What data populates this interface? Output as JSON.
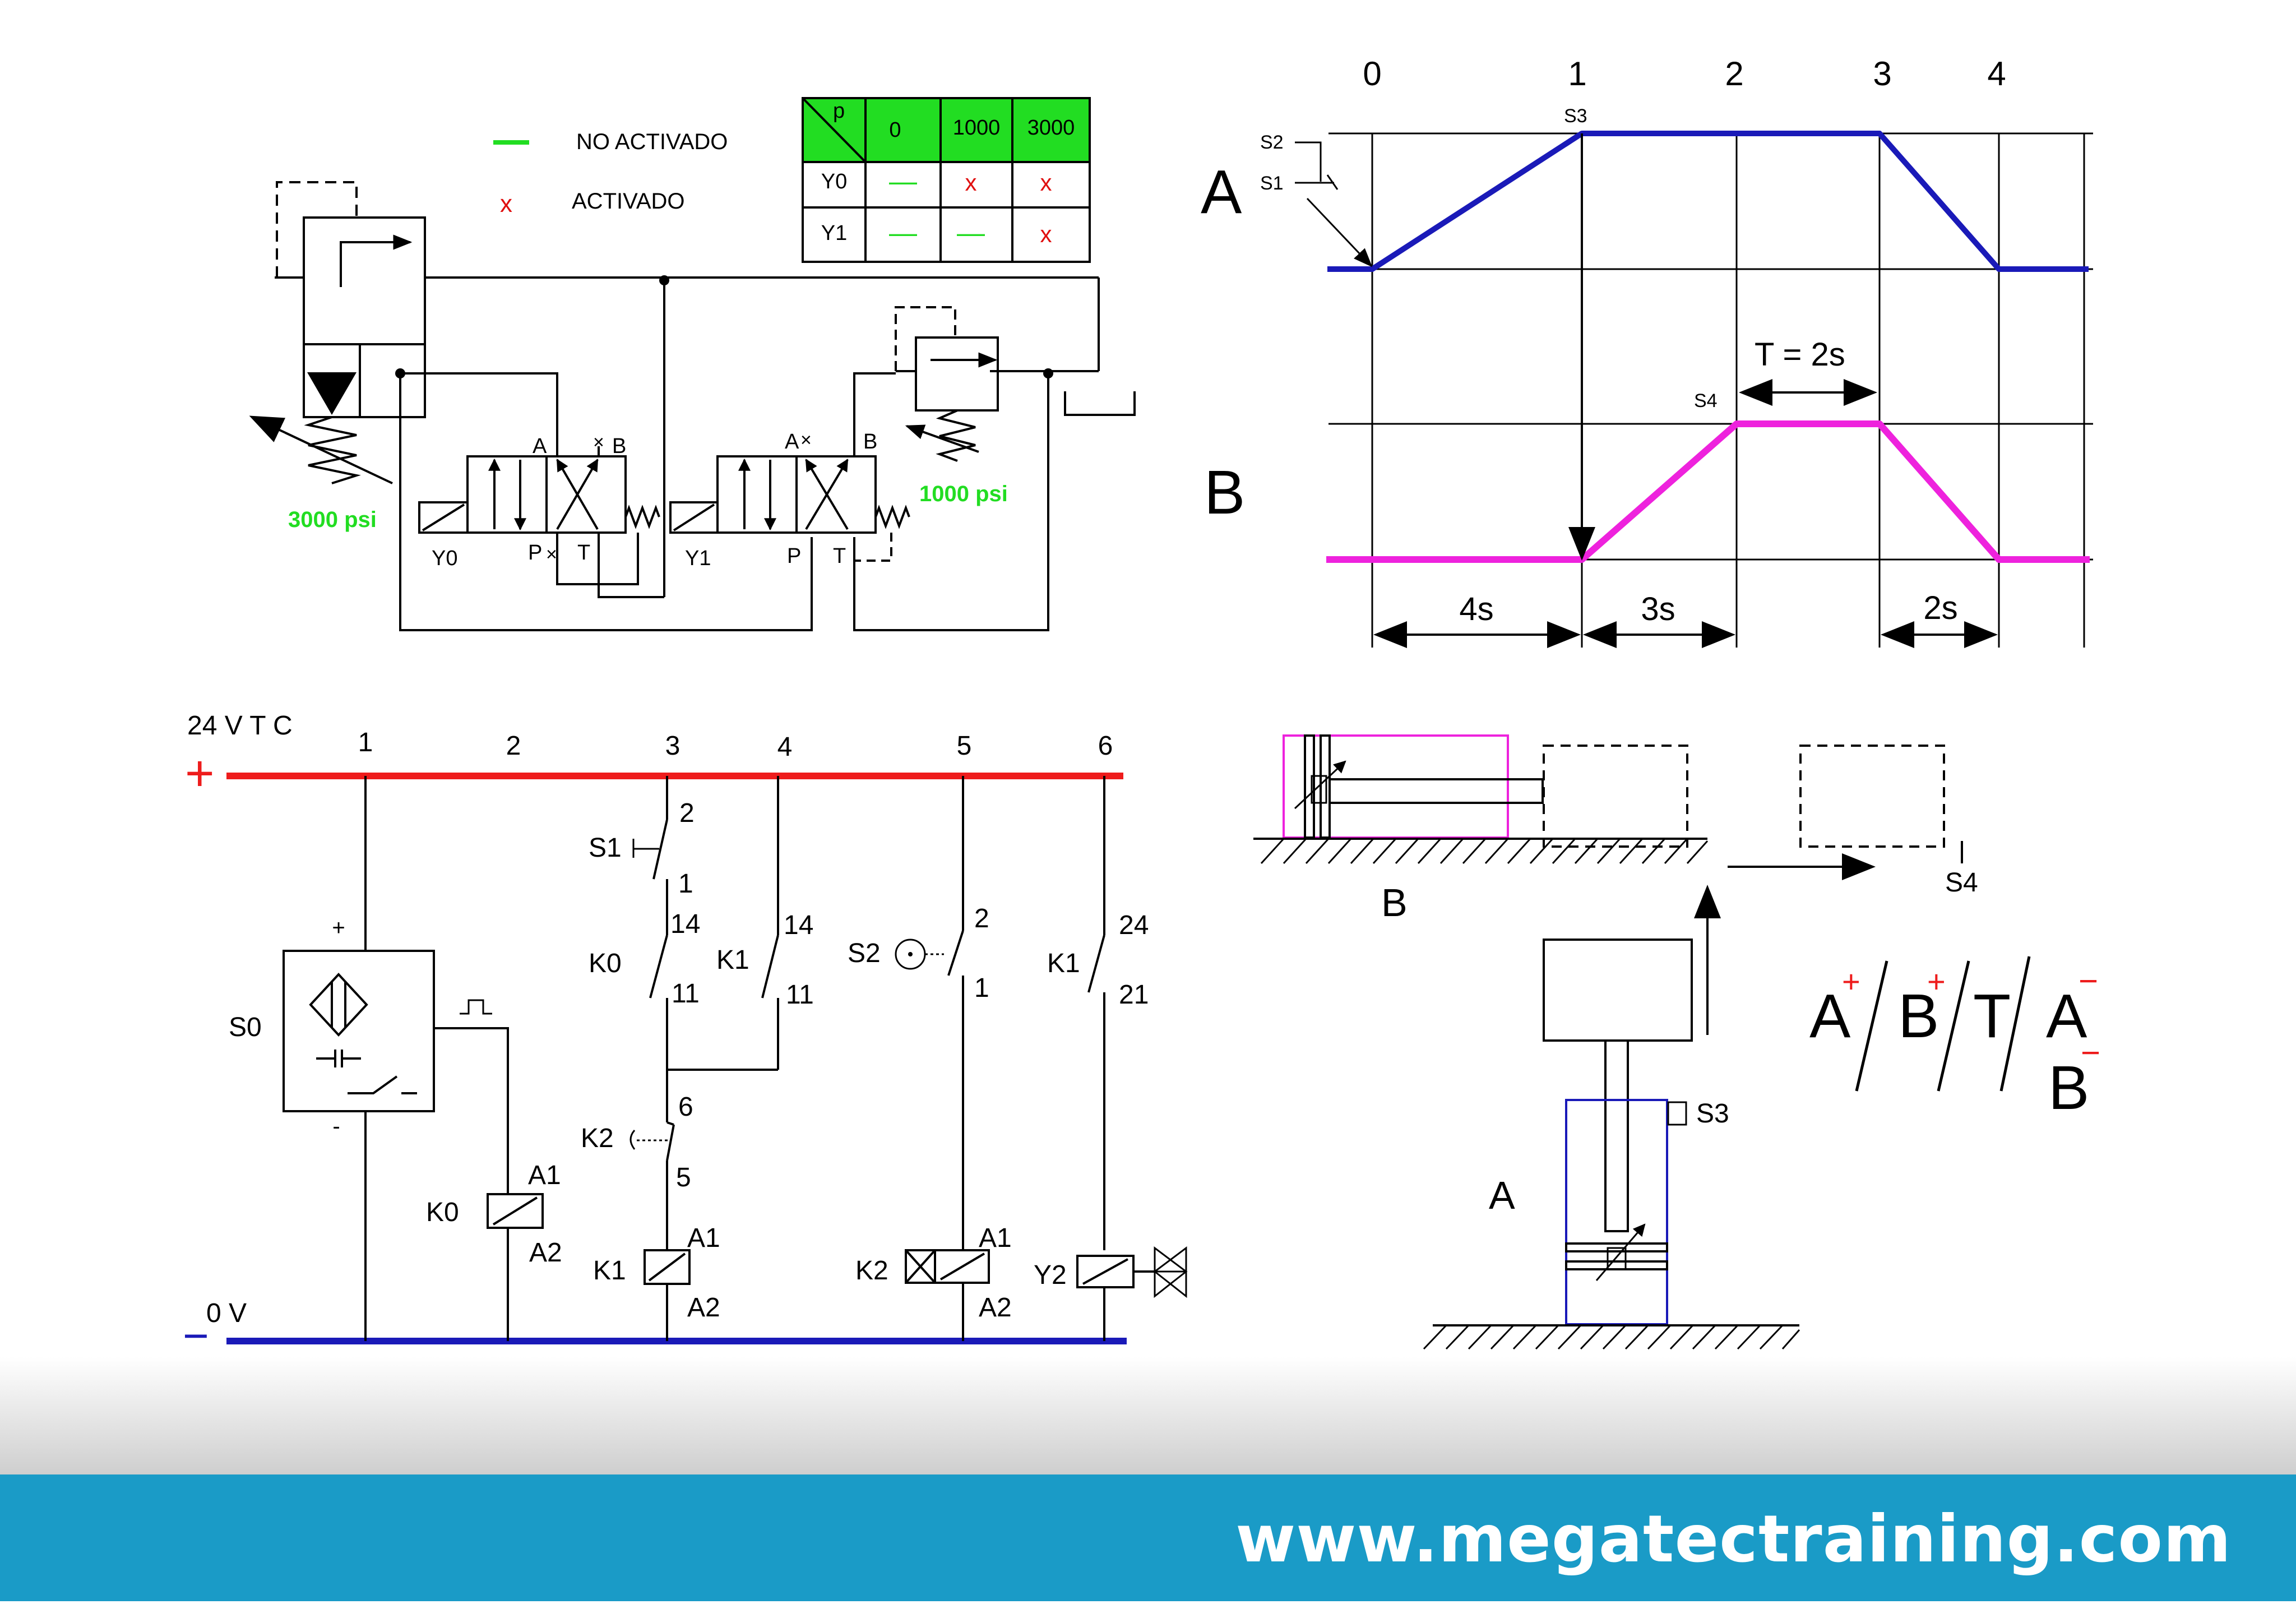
{
  "hydraulic": {
    "legend": {
      "inactive_label": "NO ACTIVADO",
      "active_label": "ACTIVADO",
      "active_mark": "x"
    },
    "table": {
      "corner_label": "p",
      "pressures": [
        "0",
        "1000",
        "3000"
      ],
      "rows": [
        {
          "label": "Y0",
          "states": [
            "—",
            "x",
            "x"
          ]
        },
        {
          "label": "Y1",
          "states": [
            "—",
            "—",
            "x"
          ]
        }
      ],
      "header_color": "#22dd22"
    },
    "relief_main": "3000 psi",
    "relief_secondary": "1000 psi",
    "valve1": {
      "solenoid": "Y0",
      "port_a": "A",
      "port_b": "B",
      "port_p": "P",
      "port_t": "T"
    },
    "valve2": {
      "solenoid": "Y1",
      "port_a": "A",
      "port_b": "B",
      "port_p": "P",
      "port_t": "T"
    }
  },
  "timing": {
    "steps": [
      "0",
      "1",
      "2",
      "3",
      "4"
    ],
    "cylinder_a": {
      "label": "A",
      "color": "#1a1ab8"
    },
    "cylinder_b": {
      "label": "B",
      "color": "#ee22dd"
    },
    "sensors": {
      "s1": "S1",
      "s2": "S2",
      "s3": "S3",
      "s4": "S4"
    },
    "timer_label": "T = 2s",
    "durations": [
      "4s",
      "3s",
      "2s"
    ]
  },
  "ladder": {
    "supply": "24 V T C",
    "plus": "+",
    "zero_v": "0 V",
    "minus": "−",
    "rails": [
      "1",
      "2",
      "3",
      "4",
      "5",
      "6"
    ],
    "s0": {
      "label": "S0",
      "plus": "+",
      "minus": "-"
    },
    "k0_coil": {
      "label": "K0",
      "a1": "A1",
      "a2": "A2"
    },
    "s1": {
      "label": "S1",
      "top": "2",
      "bottom": "1"
    },
    "k0_contact": {
      "label": "K0",
      "top": "14",
      "bottom": "11"
    },
    "k1_hold": {
      "label": "K1",
      "top": "14",
      "bottom": "11"
    },
    "k2_contact": {
      "label": "K2",
      "top": "6",
      "bottom": "5"
    },
    "k1_coil": {
      "label": "K1",
      "a1": "A1",
      "a2": "A2"
    },
    "s2": {
      "label": "S2",
      "top": "2",
      "bottom": "1"
    },
    "k2_coil": {
      "label": "K2",
      "a1": "A1",
      "a2": "A2"
    },
    "k1_contact": {
      "label": "K1",
      "top": "24",
      "bottom": "21"
    },
    "y2": {
      "label": "Y2"
    },
    "plus_color": "#ee1c1c",
    "minus_color": "#1a1ab8"
  },
  "mechanism": {
    "cylinder_b": "B",
    "cylinder_a": "A",
    "s3": "S3",
    "s4": "S4",
    "sequence": [
      {
        "letter": "A",
        "sign": "+"
      },
      {
        "letter": "B",
        "sign": "+"
      },
      {
        "letter": "T",
        "sign": ""
      },
      {
        "letter": "A",
        "sign": "−"
      },
      {
        "letter": "B",
        "sign": "−"
      }
    ]
  },
  "footer": {
    "url": "www.megatectraining.com"
  }
}
